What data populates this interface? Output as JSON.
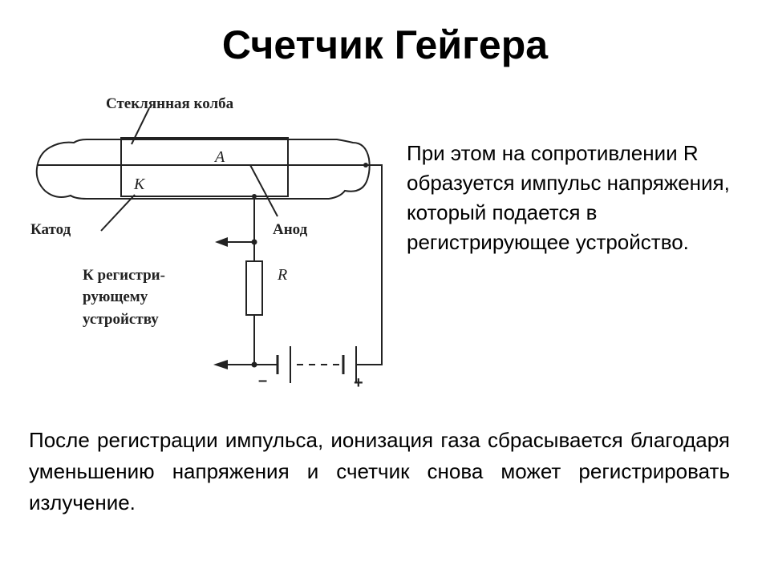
{
  "title": "Счетчик Гейгера",
  "diagram": {
    "labels": {
      "glass_bulb": "Стеклянная колба",
      "cathode": "Катод",
      "anode": "Анод",
      "to_device_line1": "К регистри-",
      "to_device_line2": "рующему",
      "to_device_line3": "устройству",
      "letter_a": "А",
      "letter_k": "К",
      "letter_r": "R",
      "minus": "–",
      "plus": "+"
    }
  },
  "side_text": "При этом на сопротивлении R образуется импульс напряжения, который подается в регистрирующее устройство.",
  "bottom_text": "После регистрации импульса, ионизация газа сбрасывается благодаря уменьшению напряжения и счетчик снова может регистрировать излучение."
}
